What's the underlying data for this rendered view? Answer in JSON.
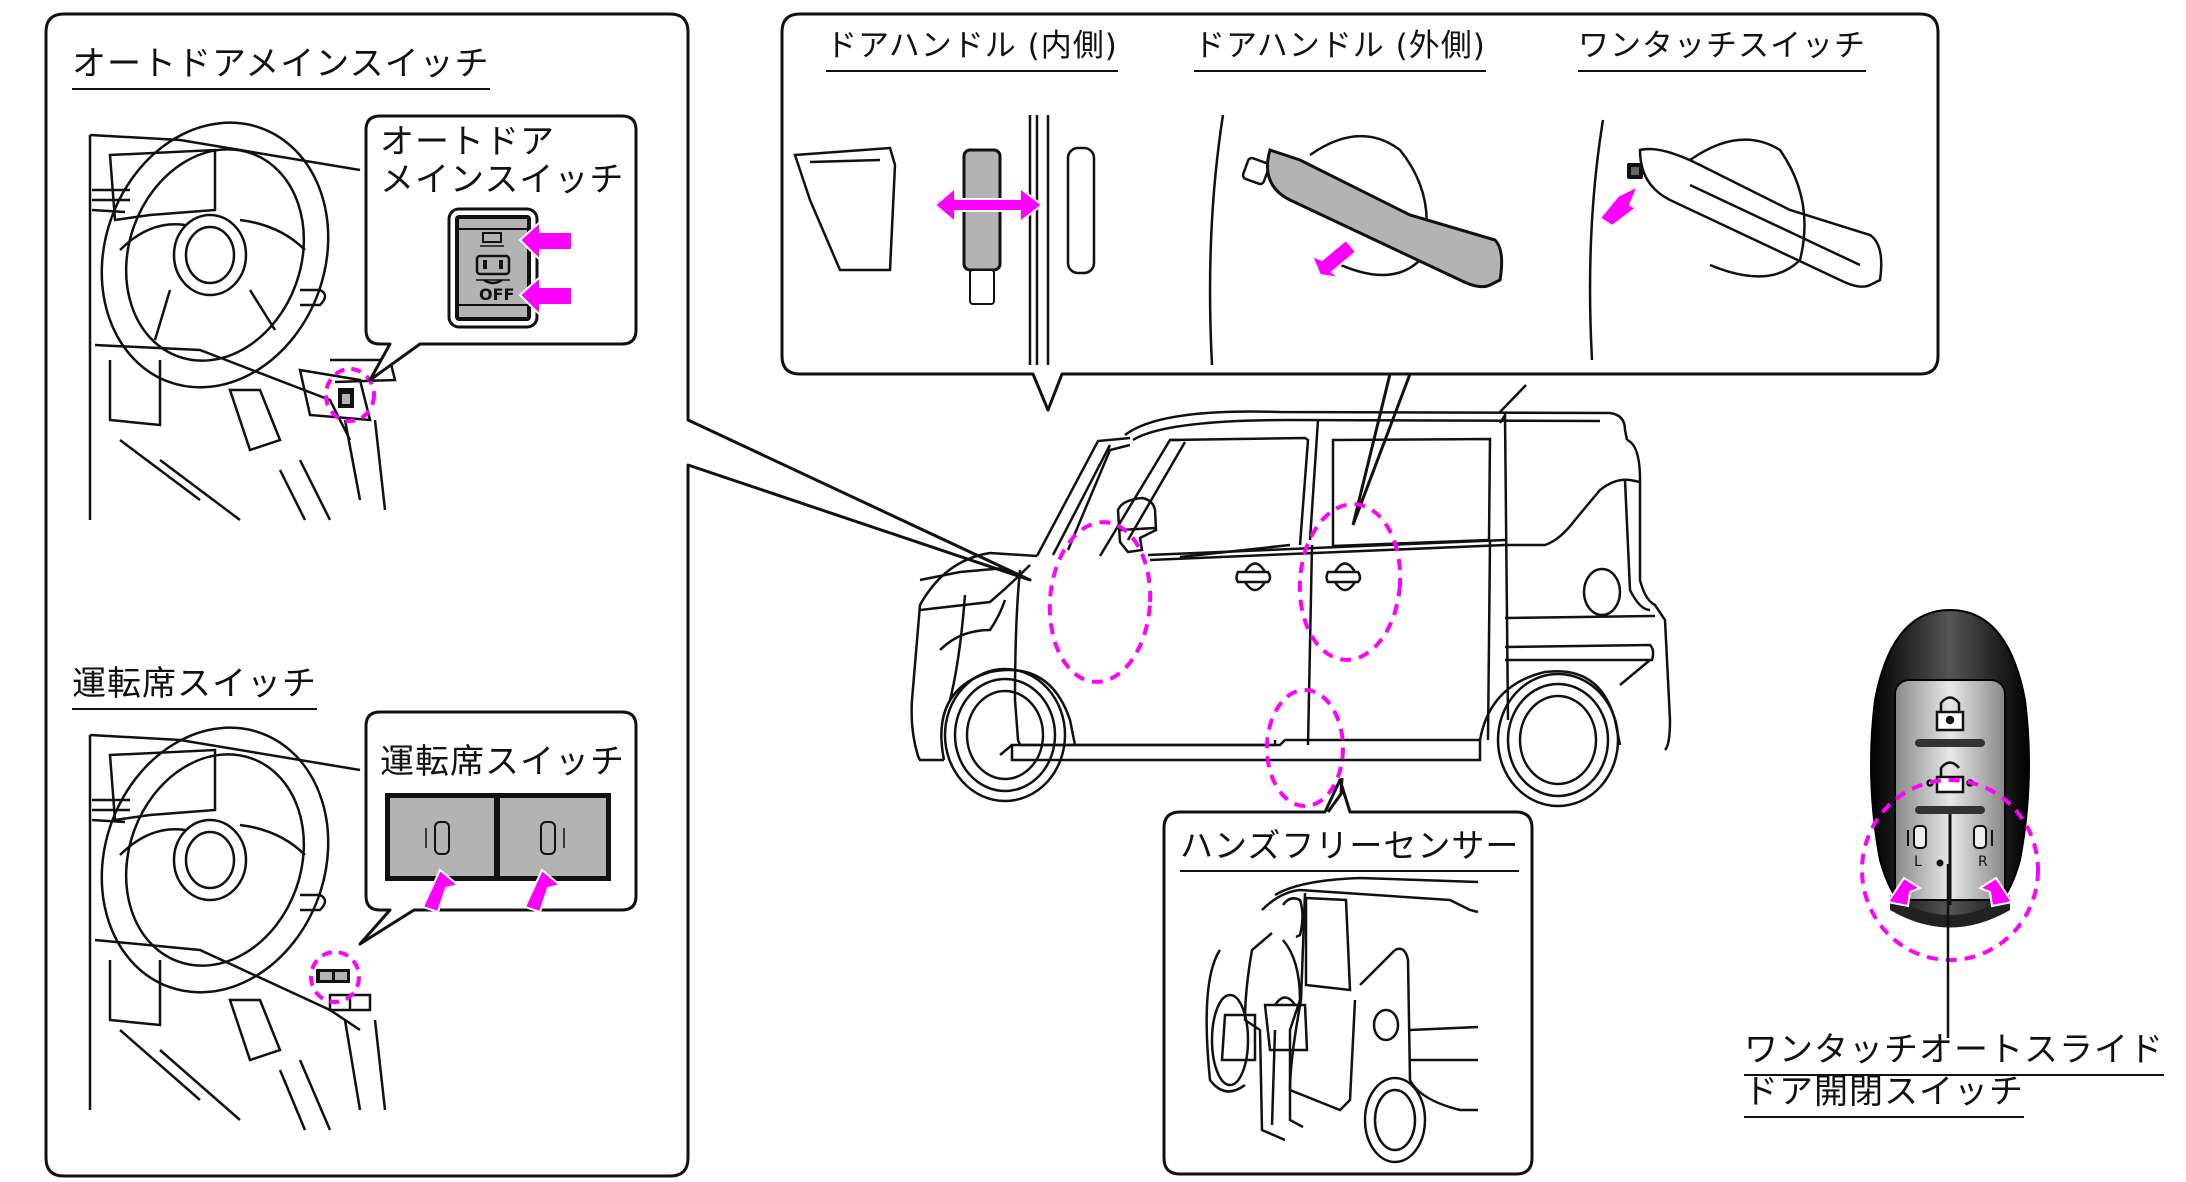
{
  "figure": {
    "type": "owner-manual-illustration",
    "subject": "auto sliding door operation switches"
  },
  "colors": {
    "accent_magenta": "#ff00ff",
    "switch_gray": "#b3b3b3",
    "line": "#111111",
    "fob_body": "#1a1a1a"
  },
  "panels": {
    "main_switch": {
      "heading": "オートドアメインスイッチ",
      "callout_title_line1": "オートドア",
      "callout_title_line2": "メインスイッチ",
      "switch_off_label": "OFF"
    },
    "driver_switch": {
      "heading": "運転席スイッチ",
      "callout_title": "運転席スイッチ"
    },
    "door_handles": {
      "items": [
        {
          "label": "ドアハンドル (内側)"
        },
        {
          "label": "ドアハンドル (外側)"
        },
        {
          "label": "ワンタッチスイッチ"
        }
      ]
    },
    "handsfree": {
      "heading": "ハンズフリーセンサー"
    },
    "key_fob": {
      "caption_line1": "ワンタッチオートスライド",
      "caption_line2": "ドア開閉スイッチ",
      "button_left_label": "L",
      "button_right_label": "R",
      "buttons": [
        "lock",
        "unlock",
        "slide-door-left",
        "slide-door-right"
      ]
    }
  }
}
